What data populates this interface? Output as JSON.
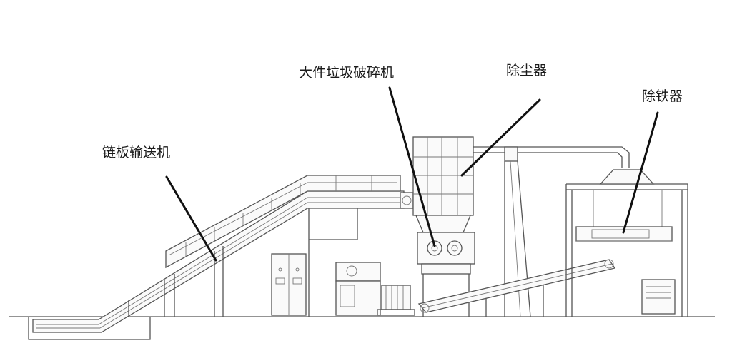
{
  "labels": {
    "chain_conveyor": "链板输送机",
    "shredder": "大件垃圾破碎机",
    "dust_collector": "除尘器",
    "iron_remover": "除铁器"
  },
  "colors": {
    "line": "#555555",
    "leader": "#111111",
    "text": "#1a1a1a",
    "background": "#ffffff"
  }
}
